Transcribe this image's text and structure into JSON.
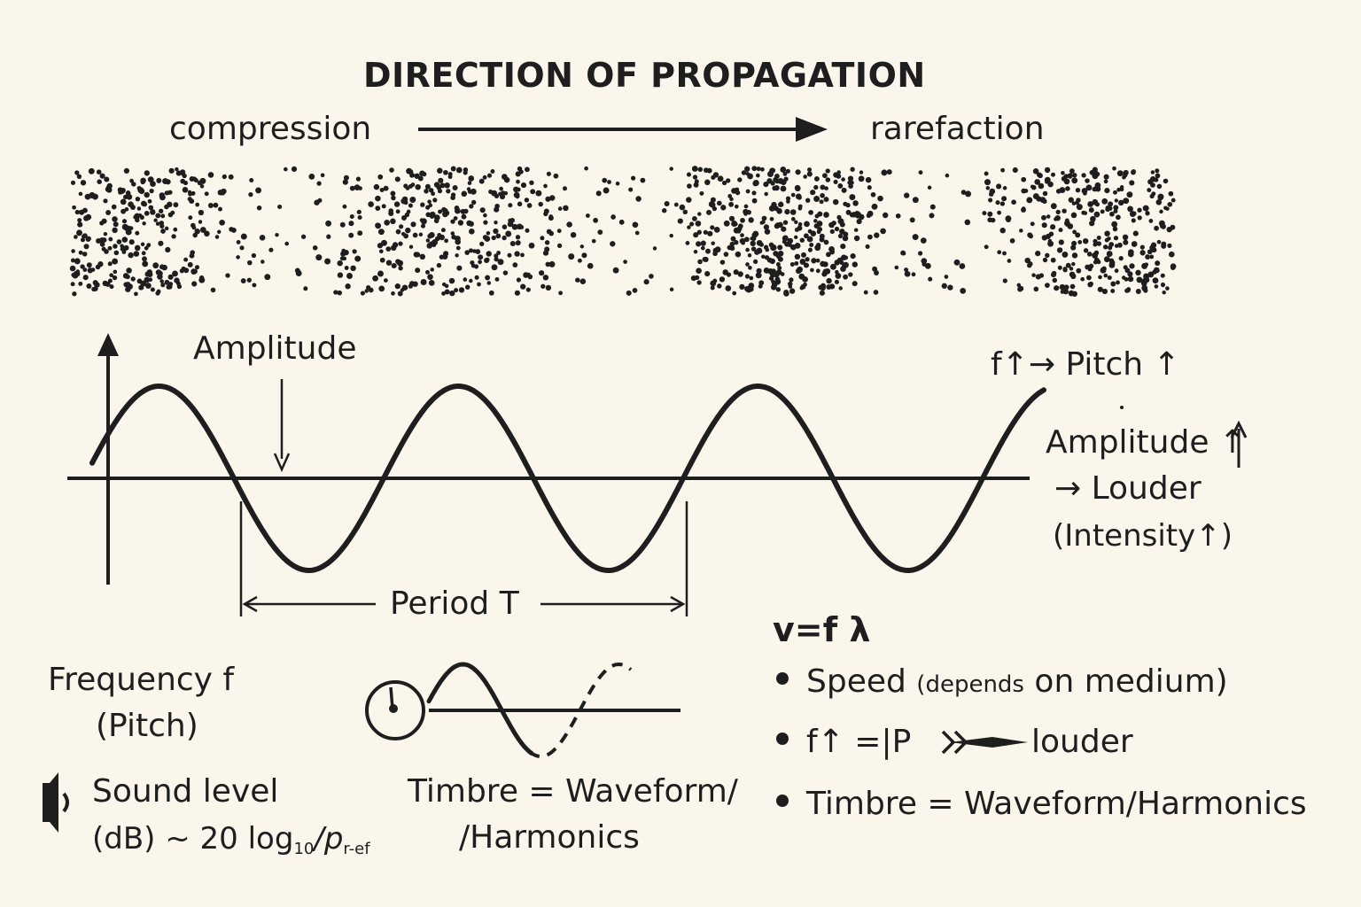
{
  "title": "DIRECTION OF PROPAGATION",
  "labels": {
    "compression": "compression",
    "rarefaction": "rarefaction",
    "amplitude": "Amplitude",
    "period": "Period T",
    "freq_pitch": "f↑→ Pitch ↑",
    "amp_louder_1": "Amplitude ↑",
    "amp_louder_2": "→ Louder",
    "amp_louder_3": "(Intensity↑)",
    "frequency_1": "Frequency f",
    "frequency_2": "(Pitch)",
    "sound_level_1": "Sound level",
    "sound_level_2": "(dB) ~ 20 log",
    "sound_level_sub": "10",
    "sound_level_tail": "/p",
    "sound_level_tail_sub": "r-ef",
    "timbre_1": "Timbre = Waveform/",
    "timbre_2": "/Harmonics",
    "speed_formula": "v=f λ",
    "bullet_1_main": "Speed ",
    "bullet_1_small": "(depends",
    "bullet_1_tail": " on medium)",
    "bullet_2_a": "f↑ =|P",
    "bullet_2_b": "louder",
    "bullet_3": "Timbre = Waveform/Harmonics"
  },
  "icons": [
    "right-arrow-icon",
    "speaker-icon",
    "clock-icon",
    "double-arrow-icon"
  ],
  "colors": {
    "background": "#faf6ec",
    "ink": "#1e1e1e"
  }
}
